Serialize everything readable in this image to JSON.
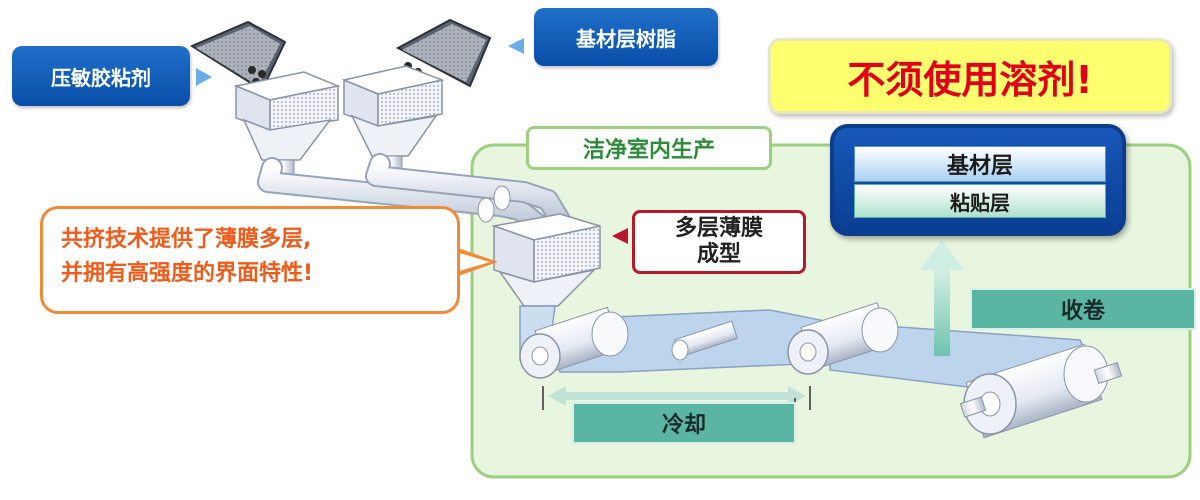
{
  "inputs": {
    "adhesive": "压敏胶粘剂",
    "resin": "基材层树脂"
  },
  "banner": {
    "text": "不须使用溶剂!"
  },
  "clean_room": {
    "title": "洁净室内生产"
  },
  "structure": {
    "top_layer": "基材层",
    "bottom_layer": "粘贴层"
  },
  "callout": {
    "line1": "共挤技术提供了薄膜多层,",
    "line2": "并拥有高强度的界面特性!"
  },
  "film_forming": {
    "line1": "多层薄膜",
    "line2": "成型"
  },
  "winding": {
    "label": "收卷"
  },
  "cooling": {
    "label": "冷却"
  },
  "colors": {
    "blue_label": "#0a4ea8",
    "teal_label": "#5ab5a2",
    "clean_room_fill": "#e9f6df",
    "clean_room_border": "#9ccf7e",
    "banner_fill": "#fffe6e",
    "banner_text": "#e0001a",
    "callout_border": "#f08a36",
    "callout_text": "#f05a1a",
    "film_border": "#b8182c"
  }
}
